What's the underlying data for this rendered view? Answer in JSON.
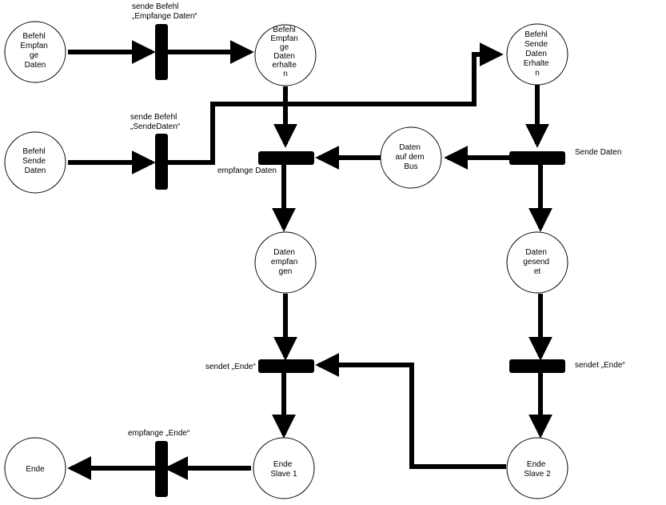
{
  "places": {
    "befehl_empfange_daten": [
      "Befehl",
      "Empfan",
      "ge",
      "Daten"
    ],
    "befehl_sende_daten": [
      "Befehl",
      "Sende",
      "Daten"
    ],
    "befehl_empfange_erhalten": [
      "Befehl",
      "Empfan",
      "ge",
      "Daten",
      "erhalte",
      "n"
    ],
    "befehl_sende_erhalten": [
      "Befehl",
      "Sende",
      "Daten",
      "Erhalte",
      "n"
    ],
    "daten_auf_dem_bus": [
      "Daten",
      "auf dem",
      "Bus"
    ],
    "daten_empfangen": [
      "Daten",
      "empfan",
      "gen"
    ],
    "daten_gesendet": [
      "Daten",
      "gesend",
      "et"
    ],
    "ende": [
      "Ende"
    ],
    "ende_slave_1": [
      "Ende",
      "Slave 1"
    ],
    "ende_slave_2": [
      "Ende",
      "Slave 2"
    ]
  },
  "transitions": {
    "sende_befehl_empfange": [
      "sende Befehl",
      "„Empfange Daten“"
    ],
    "sende_befehl_sende": [
      "sende Befehl",
      "„SendeDaten“"
    ],
    "empfange_daten": [
      "empfange Daten"
    ],
    "sende_daten": [
      "Sende Daten"
    ],
    "sendet_ende_1": [
      "sendet „Ende“"
    ],
    "sendet_ende_2": [
      "sendet „Ende“"
    ],
    "empfange_ende": [
      "empfange „Ende“"
    ]
  }
}
